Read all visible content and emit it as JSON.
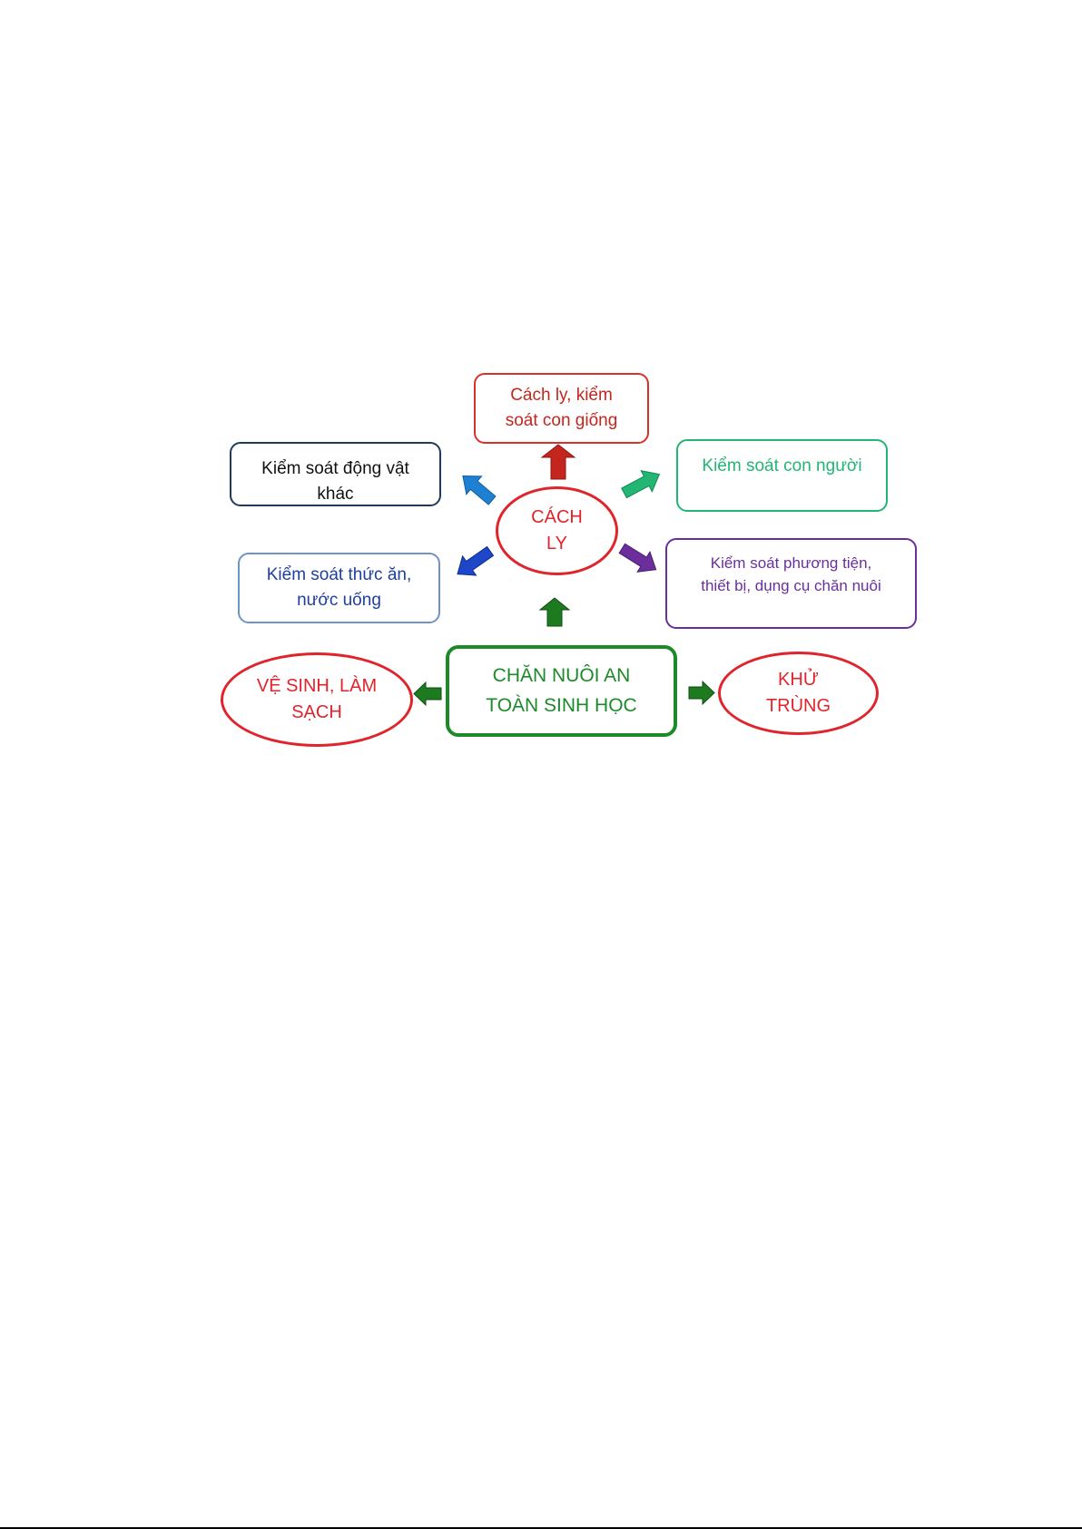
{
  "diagram": {
    "center": {
      "line1": "CHĂN NUÔI AN",
      "line2": "TOÀN SINH HỌC",
      "color": "#1d8a2a"
    },
    "isolation": {
      "line1": "CÁCH",
      "line2": "LY",
      "color": "#e0242c"
    },
    "hygiene": {
      "line1": "VỆ SINH, LÀM",
      "line2": "SẠCH",
      "color": "#e0242c"
    },
    "disinfection": {
      "line1": "KHỬ",
      "line2": "TRÙNG",
      "color": "#e0242c"
    },
    "breeding_control": {
      "line1": "Cách ly, kiểm",
      "line2": "soát con giống",
      "color": "#c4261e"
    },
    "animal_control": {
      "line1": "Kiểm soát động vật",
      "line2": "khác",
      "color": "#1f3a5a"
    },
    "human_control": {
      "text": "Kiểm soát con người",
      "color": "#22b573"
    },
    "feed_control": {
      "line1": "Kiểm soát thức ăn,",
      "line2": "nước uống",
      "color": "#1f3fa0"
    },
    "equipment_control": {
      "line1": "Kiểm soát phương tiện,",
      "line2": "thiết bị, dụng cụ chăn nuôi",
      "color": "#6a2f9a"
    },
    "arrow_colors": {
      "up_red": "#c4261e",
      "blue_light": "#1f7fd1",
      "green_light": "#22b573",
      "blue_dark": "#1d46c8",
      "purple": "#6a2f9a",
      "green_dark": "#1d7a1f"
    }
  }
}
